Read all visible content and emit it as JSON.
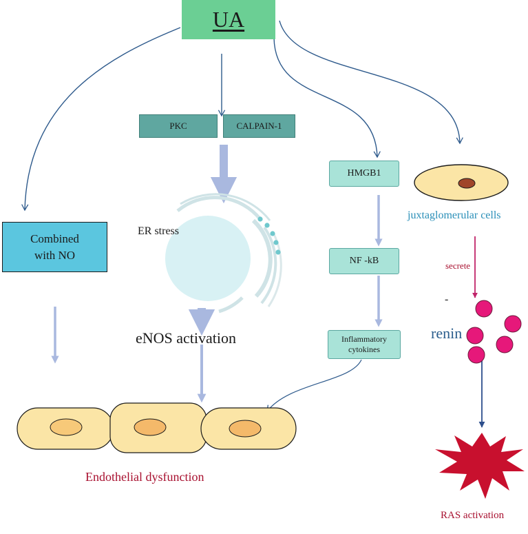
{
  "nodes": {
    "ua": "UA",
    "pkc": "PKC",
    "calpain": "CALPAIN-1",
    "hmgb1": "HMGB1",
    "nfkb": "NF -kB",
    "inflammatory_line1": "Inflammatory",
    "inflammatory_line2": "cytokines",
    "no_line1": "Combined",
    "no_line2": "with NO"
  },
  "labels": {
    "er_stress": "ER stress",
    "enos": "eNOS activation",
    "juxta": "juxtaglomerular cells",
    "secrete": "secrete",
    "dash": "-",
    "renin": "renin",
    "endothelial": "Endothelial dysfunction",
    "ras": "RAS activation"
  },
  "colors": {
    "ua_box": "#6bcf94",
    "teal_box": "#5fa7a0",
    "light_box": "#a9e3d8",
    "no_box": "#5bc6df",
    "cell_fill": "#fbe5a6",
    "cell_nucleus": "#f4b96a",
    "renin": "#e6187a",
    "ras": "#c8102e",
    "arrow_blue": "#2e5a8c",
    "thick_arrow": "#a9b8df",
    "juxta_text": "#2a8fb8",
    "crimson_text": "#a8102f",
    "renin_text": "#2a5d8c"
  }
}
